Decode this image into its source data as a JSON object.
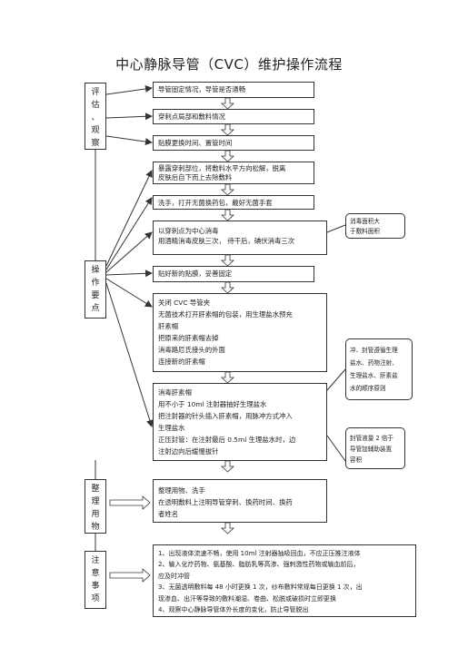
{
  "title": "中心静脉导管（CVC）维护操作流程",
  "sections": {
    "assess": [
      "评",
      "估",
      "、",
      "观",
      "察"
    ],
    "operate": [
      "操",
      "作",
      "要",
      "点"
    ],
    "organize": [
      "整",
      "理",
      "用",
      "物"
    ],
    "attention": [
      "注",
      "意",
      "事",
      "项"
    ]
  },
  "steps": {
    "s1": [
      "导管固定情况，导管是否通畅"
    ],
    "s2": [
      "穿刺点局部和敷料情况"
    ],
    "s3": [
      "  贴膜更换时间、置管时间"
    ],
    "s4": [
      "  暴露穿刺部位，将敷料水平方向松解，脱离",
      "皮肤后自下而上去除敷料"
    ],
    "s5": [
      "洗手，打开无菌换药包，戴好无菌手套"
    ],
    "s6": [
      "以穿刺点为中心消毒",
      "用酒精消毒皮肤三次，   待干后，碘伏消毒三次"
    ],
    "s7": [
      "贴好新的贴膜，妥善固定"
    ],
    "s8": [
      "关闭 CVC 导管夹",
      "无菌技术打开肝素帽的包装，用生理盐水预充",
      "肝素帽",
      "把原来的肝素帽去掉",
      "消毒路厄氏接头的外面",
      "连接新的肝素帽"
    ],
    "s9": [
      "消毒肝素帽",
      "用不小于   10ml 注射器抽好生理盐水",
      "把注射器的针头插入肝素帽，用脉冲方式冲入",
      "生理盐水",
      "正压封管：在注射最后    0.5ml 生理盐水时，边",
      "注射边向后缓慢拔针"
    ],
    "s10": [
      "整理用物、洗手",
      "在透明敷料上注明导管穿刺、换药时间、换药",
      "者姓名"
    ],
    "s11": [
      "1、出现液体流速不畅，使用  10ml 注射器抽吸回血，不应正压推注液体",
      "2、输入化疗药物、氨基酸、脂肪乳等高渗、强刺激性药物或输血前后，",
      "应及时冲管",
      "3、无菌透明敷料每 48 小时更换 1 次，纱布敷料常规每日更换 1 次，出",
      "现渗血、出汗等导致的敷料潮湿、卷曲、松脱或破损时立即更换",
      "4、观察中心静脉导管体外长度的变化，防止导管脱出"
    ]
  },
  "notes": {
    "n1": [
      "消毒面积大",
      "于敷料面积"
    ],
    "n2": [
      "冲、封管遵循生理",
      "盐水、药物注射、",
      "生理盐水、肝素盐",
      "水的顺序原则"
    ],
    "n3": [
      "封管液量 2 倍于",
      "导管加辅助装置",
      "容积"
    ]
  }
}
